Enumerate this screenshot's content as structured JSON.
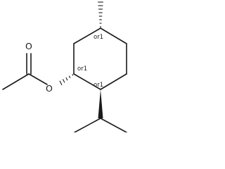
{
  "molecule": {
    "atoms": {
      "carbonyl_oxygen": "O",
      "ester_oxygen": "O"
    },
    "stereo_labels": {
      "methyl_center": "or1",
      "acetoxy_center": "or1",
      "isopropyl_center": "or1"
    }
  }
}
